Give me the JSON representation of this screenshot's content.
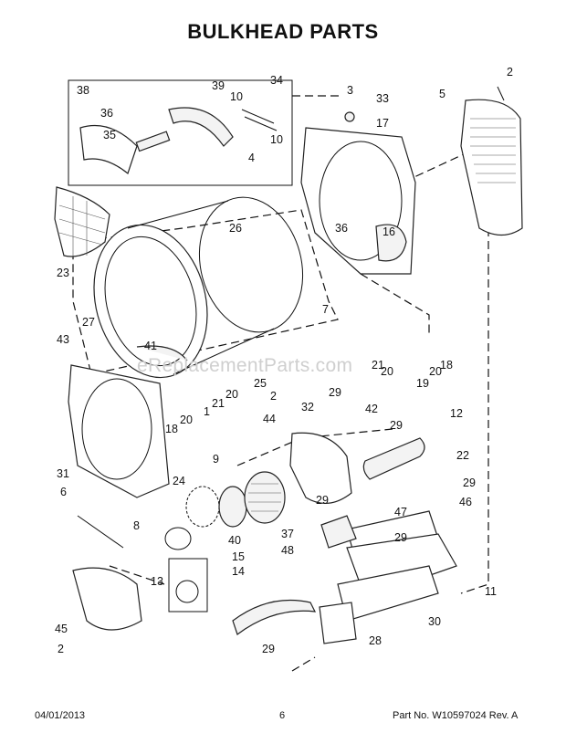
{
  "title": "BULKHEAD PARTS",
  "footer": {
    "date": "04/01/2013",
    "page": "6",
    "part_no": "Part No. W10597024  Rev. A"
  },
  "watermark": "eReplacementParts.com",
  "callouts": [
    "38",
    "39",
    "10",
    "34",
    "3",
    "33",
    "2",
    "5",
    "36",
    "35",
    "17",
    "10",
    "4",
    "26",
    "36",
    "16",
    "23",
    "7",
    "27",
    "43",
    "41",
    "25",
    "19",
    "20",
    "18",
    "21",
    "20",
    "29",
    "2",
    "32",
    "42",
    "44",
    "29",
    "12",
    "18",
    "20",
    "1",
    "21",
    "20",
    "9",
    "22",
    "31",
    "24",
    "29",
    "6",
    "8",
    "37",
    "40",
    "47",
    "46",
    "29",
    "48",
    "29",
    "15",
    "11",
    "13",
    "14",
    "30",
    "45",
    "29",
    "28",
    "2"
  ]
}
